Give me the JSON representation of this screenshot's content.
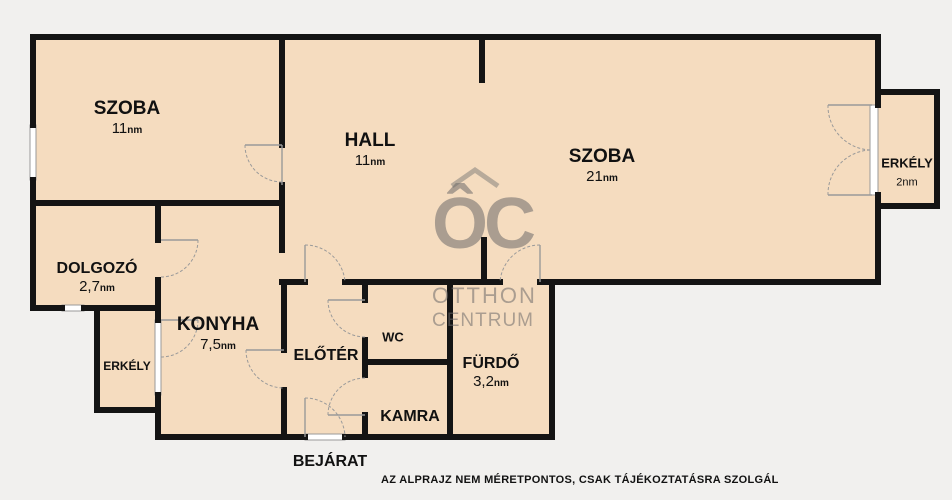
{
  "rooms": {
    "szoba_left": {
      "name": "SZOBA",
      "area": "11",
      "unit": "nm"
    },
    "hall": {
      "name": "HALL",
      "area": "11",
      "unit": "nm"
    },
    "szoba_main": {
      "name": "SZOBA",
      "area": "21",
      "unit": "nm"
    },
    "erkely_right": {
      "name": "ERKÉLY",
      "area": "2nm"
    },
    "dolgozo": {
      "name": "DOLGOZÓ",
      "area": "2,7",
      "unit": "nm"
    },
    "konyha": {
      "name": "KONYHA",
      "area": "7,5",
      "unit": "nm"
    },
    "erkely_left": {
      "name": "ERKÉLY"
    },
    "eloter": {
      "name": "ELŐTÉR"
    },
    "wc": {
      "name": "WC"
    },
    "kamra": {
      "name": "KAMRA"
    },
    "furdo": {
      "name": "FÜRDŐ",
      "area": "3,2",
      "unit": "nm"
    }
  },
  "entrance": {
    "label": "BEJÁRAT"
  },
  "disclaimer": "AZ ALPRAJZ NEM MÉRETPONTOS, CSAK TÁJÉKOZTATÁSRA SZOLGÁL",
  "watermark": {
    "monogram": "ÔC",
    "line1": "OTTHON",
    "line2": "CENTRUM"
  },
  "colors": {
    "room_fill": "#f5dcbf",
    "wall": "#141414",
    "background": "#f1f0ee"
  }
}
